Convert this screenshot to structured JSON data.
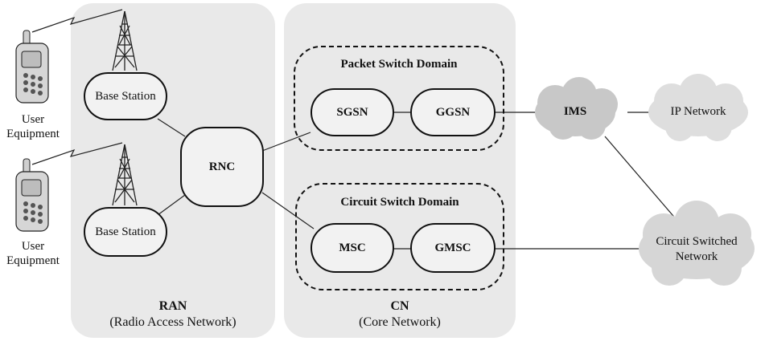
{
  "ran": {
    "title": "RAN",
    "subtitle": "(Radio Access Network)"
  },
  "cn": {
    "title": "CN",
    "subtitle": "(Core Network)"
  },
  "user_equipment_top": {
    "line1": "User",
    "line2": "Equipment"
  },
  "user_equipment_bottom": {
    "line1": "User",
    "line2": "Equipment"
  },
  "base_station_top": "Base Station",
  "base_station_bottom": "Base Station",
  "rnc": "RNC",
  "packet_domain": "Packet Switch Domain",
  "circuit_domain": "Circuit Switch Domain",
  "sgsn": "SGSN",
  "ggsn": "GGSN",
  "msc": "MSC",
  "gmsc": "GMSC",
  "ims": "IMS",
  "ip_network": "IP Network",
  "circuit_switched_network": {
    "line1": "Circuit Switched",
    "line2": "Network"
  }
}
